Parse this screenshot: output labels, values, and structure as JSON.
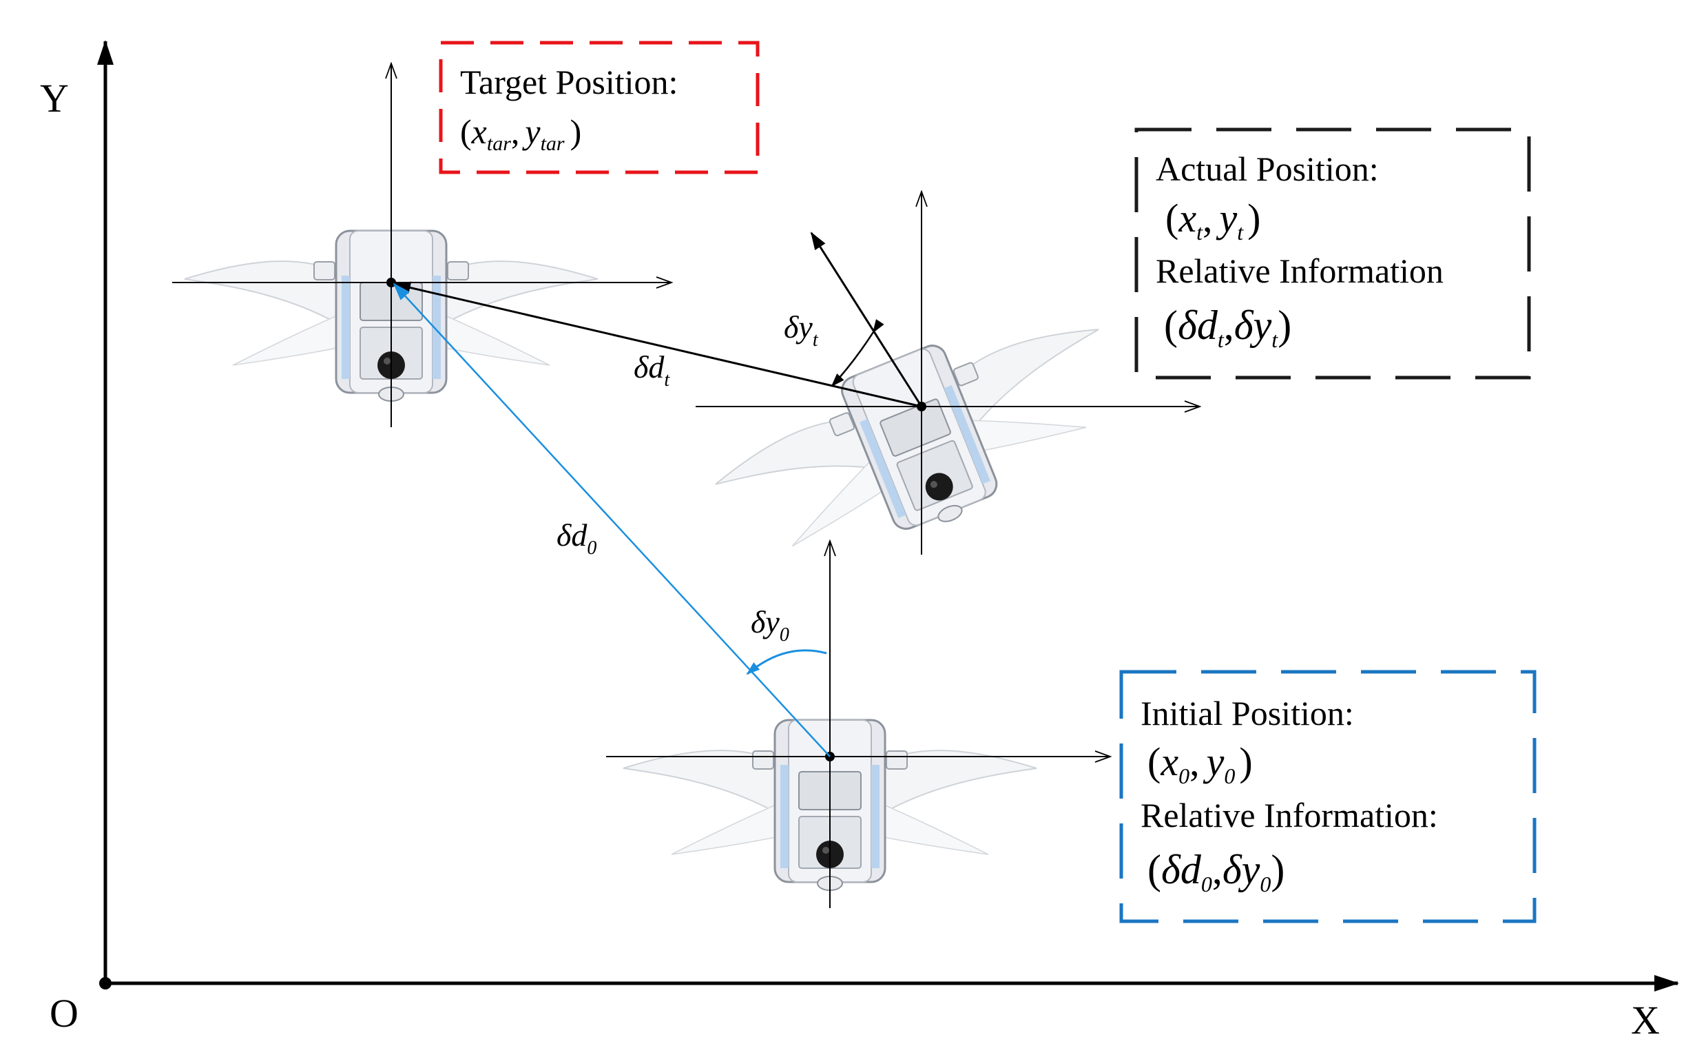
{
  "axes": {
    "origin_label": "O",
    "x_label": "X",
    "y_label": "Y"
  },
  "target_box": {
    "title": "Target Position:",
    "coord_open": "(",
    "coord_x": "x",
    "coord_x_sub": "tar",
    "coord_sep": ",",
    "coord_y": "y",
    "coord_y_sub": "tar",
    "coord_close": ")",
    "border_color": "#e8141b"
  },
  "actual_box": {
    "title": "Actual Position:",
    "coord_open": "(",
    "coord_x": "x",
    "coord_x_sub": "t",
    "coord_sep": ",",
    "coord_y": "y",
    "coord_y_sub": "t",
    "coord_close": ")",
    "relative_label": "Relative Information",
    "rel_open": "(",
    "rel_d": "δd",
    "rel_d_sub": "t",
    "rel_sep": ",",
    "rel_y": "δy",
    "rel_y_sub": "t",
    "rel_close": ")",
    "border_color": "#1a1a1a"
  },
  "initial_box": {
    "title": "Initial Position:",
    "coord_open": "(",
    "coord_x": "x",
    "coord_x_sub": "0",
    "coord_sep": ",",
    "coord_y": "y",
    "coord_y_sub": "0",
    "coord_close": ")",
    "relative_label": "Relative Information:",
    "rel_open": "(",
    "rel_d": "δd",
    "rel_d_sub": "0",
    "rel_sep": ",",
    "rel_y": "δy",
    "rel_y_sub": "0",
    "rel_close": ")",
    "border_color": "#1a76c2"
  },
  "labels": {
    "delta_d_t": "δd",
    "delta_d_t_sub": "t",
    "delta_y_t": "δy",
    "delta_y_t_sub": "t",
    "delta_d_0": "δd",
    "delta_d_0_sub": "0",
    "delta_y_0": "δy",
    "delta_y_0_sub": "0"
  },
  "colors": {
    "initial_vector": "#1a8fe0",
    "target_frame": "#e8141b",
    "axis": "#000000"
  }
}
